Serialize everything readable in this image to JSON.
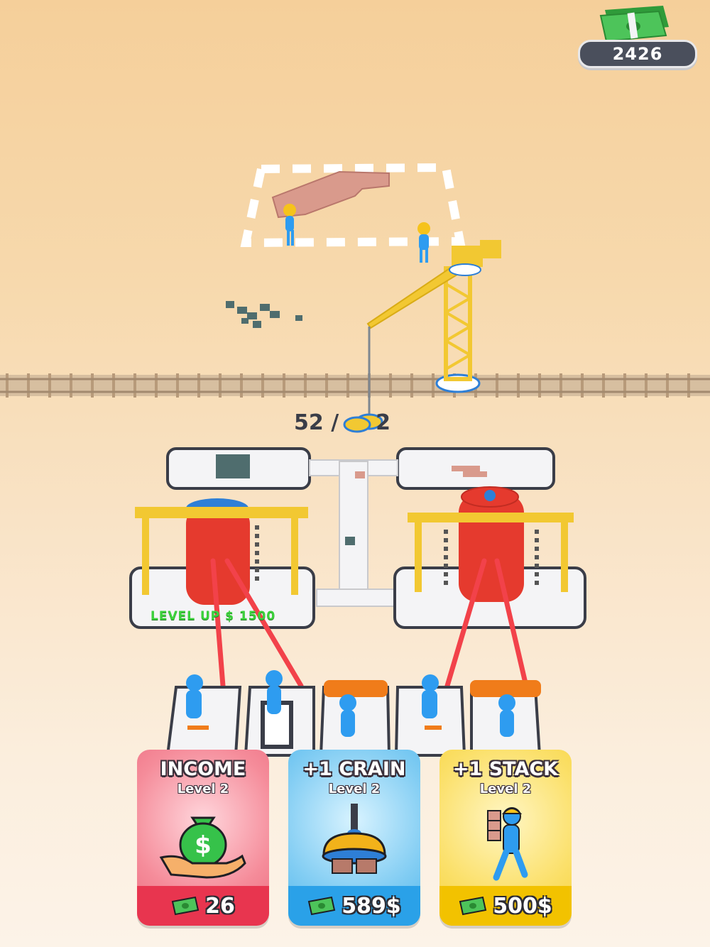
{
  "hud": {
    "money": "2426"
  },
  "progress": {
    "text": "52 / ",
    "suffix": "2"
  },
  "level_up": {
    "text": "LEVEL UP $ 1500"
  },
  "cards": [
    {
      "title": "INCOME",
      "level": "Level 2",
      "price": "26",
      "icon": "money-bag-hand-icon"
    },
    {
      "title": "+1 CRAIN",
      "level": "Level 2",
      "price": "589$",
      "icon": "crane-magnet-icon"
    },
    {
      "title": "+1 STACK",
      "level": "Level 2",
      "price": "500$",
      "icon": "worker-carrying-bricks-icon"
    }
  ],
  "colors": {
    "income": "#e8354f",
    "crain": "#2aa1e8",
    "stack": "#f2c200",
    "worker": "#2e9cf0",
    "machine": "#e53a2e",
    "crane": "#f2c832"
  }
}
